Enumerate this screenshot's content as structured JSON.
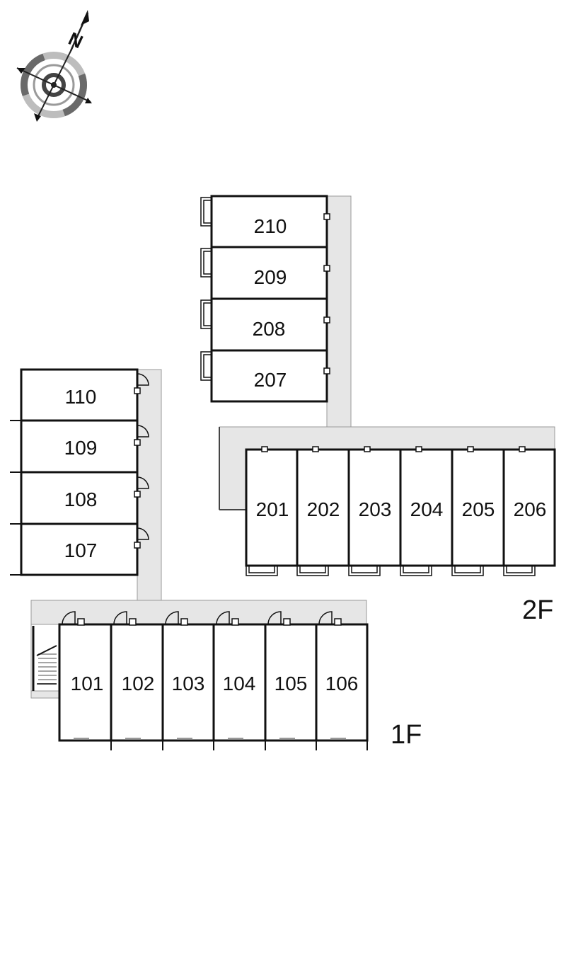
{
  "compass": {
    "label": "N",
    "icon": "compass-rose-icon"
  },
  "floors": [
    {
      "label": "2F",
      "units": [
        "201",
        "202",
        "203",
        "204",
        "205",
        "206",
        "207",
        "208",
        "209",
        "210"
      ]
    },
    {
      "label": "1F",
      "units": [
        "101",
        "102",
        "103",
        "104",
        "105",
        "106",
        "107",
        "108",
        "109",
        "110"
      ]
    }
  ],
  "colors": {
    "corridor": "#e6e6e6",
    "wall": "#111111",
    "background": "#ffffff"
  }
}
